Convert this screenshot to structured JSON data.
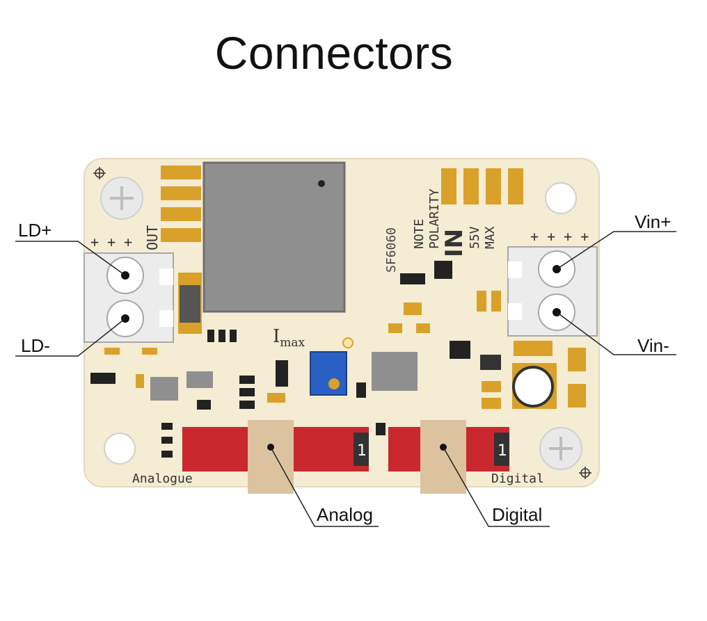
{
  "title": "Connectors",
  "callouts": {
    "ld_plus": "LD+",
    "ld_minus": "LD-",
    "vin_plus": "Vin+",
    "vin_minus": "Vin-",
    "analog": "Analog",
    "digital": "Digital"
  },
  "board": {
    "model": "SF6060",
    "out_label": "OUT",
    "in_label": "IN",
    "note_polarity": [
      "NOTE",
      "POLARITY"
    ],
    "max_voltage": [
      "55V",
      "MAX"
    ],
    "imax_main": "I",
    "imax_sub": "max",
    "analogue_label": "Analogue",
    "digital_label": "Digital",
    "pin1_analog": "1",
    "pin1_digital": "1",
    "plus_marks": "+ + + +",
    "plus_marks_out": "+ + +"
  },
  "colors": {
    "pcb": "#f4ecd3",
    "pad": "#d9a12a",
    "header": "#c8282e",
    "chip": "#8f8f8f",
    "trimpot": "#2a5fc4",
    "key_pad": "#dcc29e",
    "terminal": "#ececec"
  }
}
